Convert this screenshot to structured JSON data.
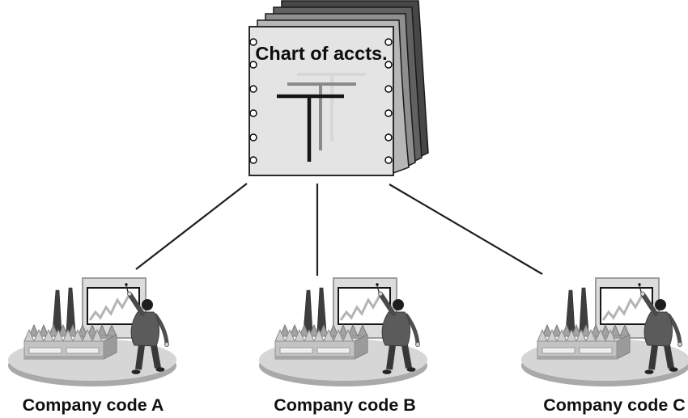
{
  "diagram": {
    "root": {
      "title": "Chart of accts.",
      "icon": "binder-page-stack-with-t-accounts"
    },
    "companies": [
      {
        "id": "A",
        "label": "Company code A",
        "icon": "factory-presentation-clipart"
      },
      {
        "id": "B",
        "label": "Company code B",
        "icon": "factory-presentation-clipart"
      },
      {
        "id": "C",
        "label": "Company code C",
        "icon": "factory-presentation-clipart"
      }
    ],
    "colors": {
      "page_fill": "#e4e4e4",
      "sheet_gray_1": "#b7b7b7",
      "sheet_gray_2": "#8f8f8f",
      "sheet_gray_3": "#616161",
      "sheet_gray_4": "#474747",
      "t_account_light": "#d7d7d7",
      "t_account_mid": "#8a8a8a",
      "t_account_dark": "#141414",
      "connector_line": "#1f1f1f",
      "label_text": "#111111"
    }
  }
}
